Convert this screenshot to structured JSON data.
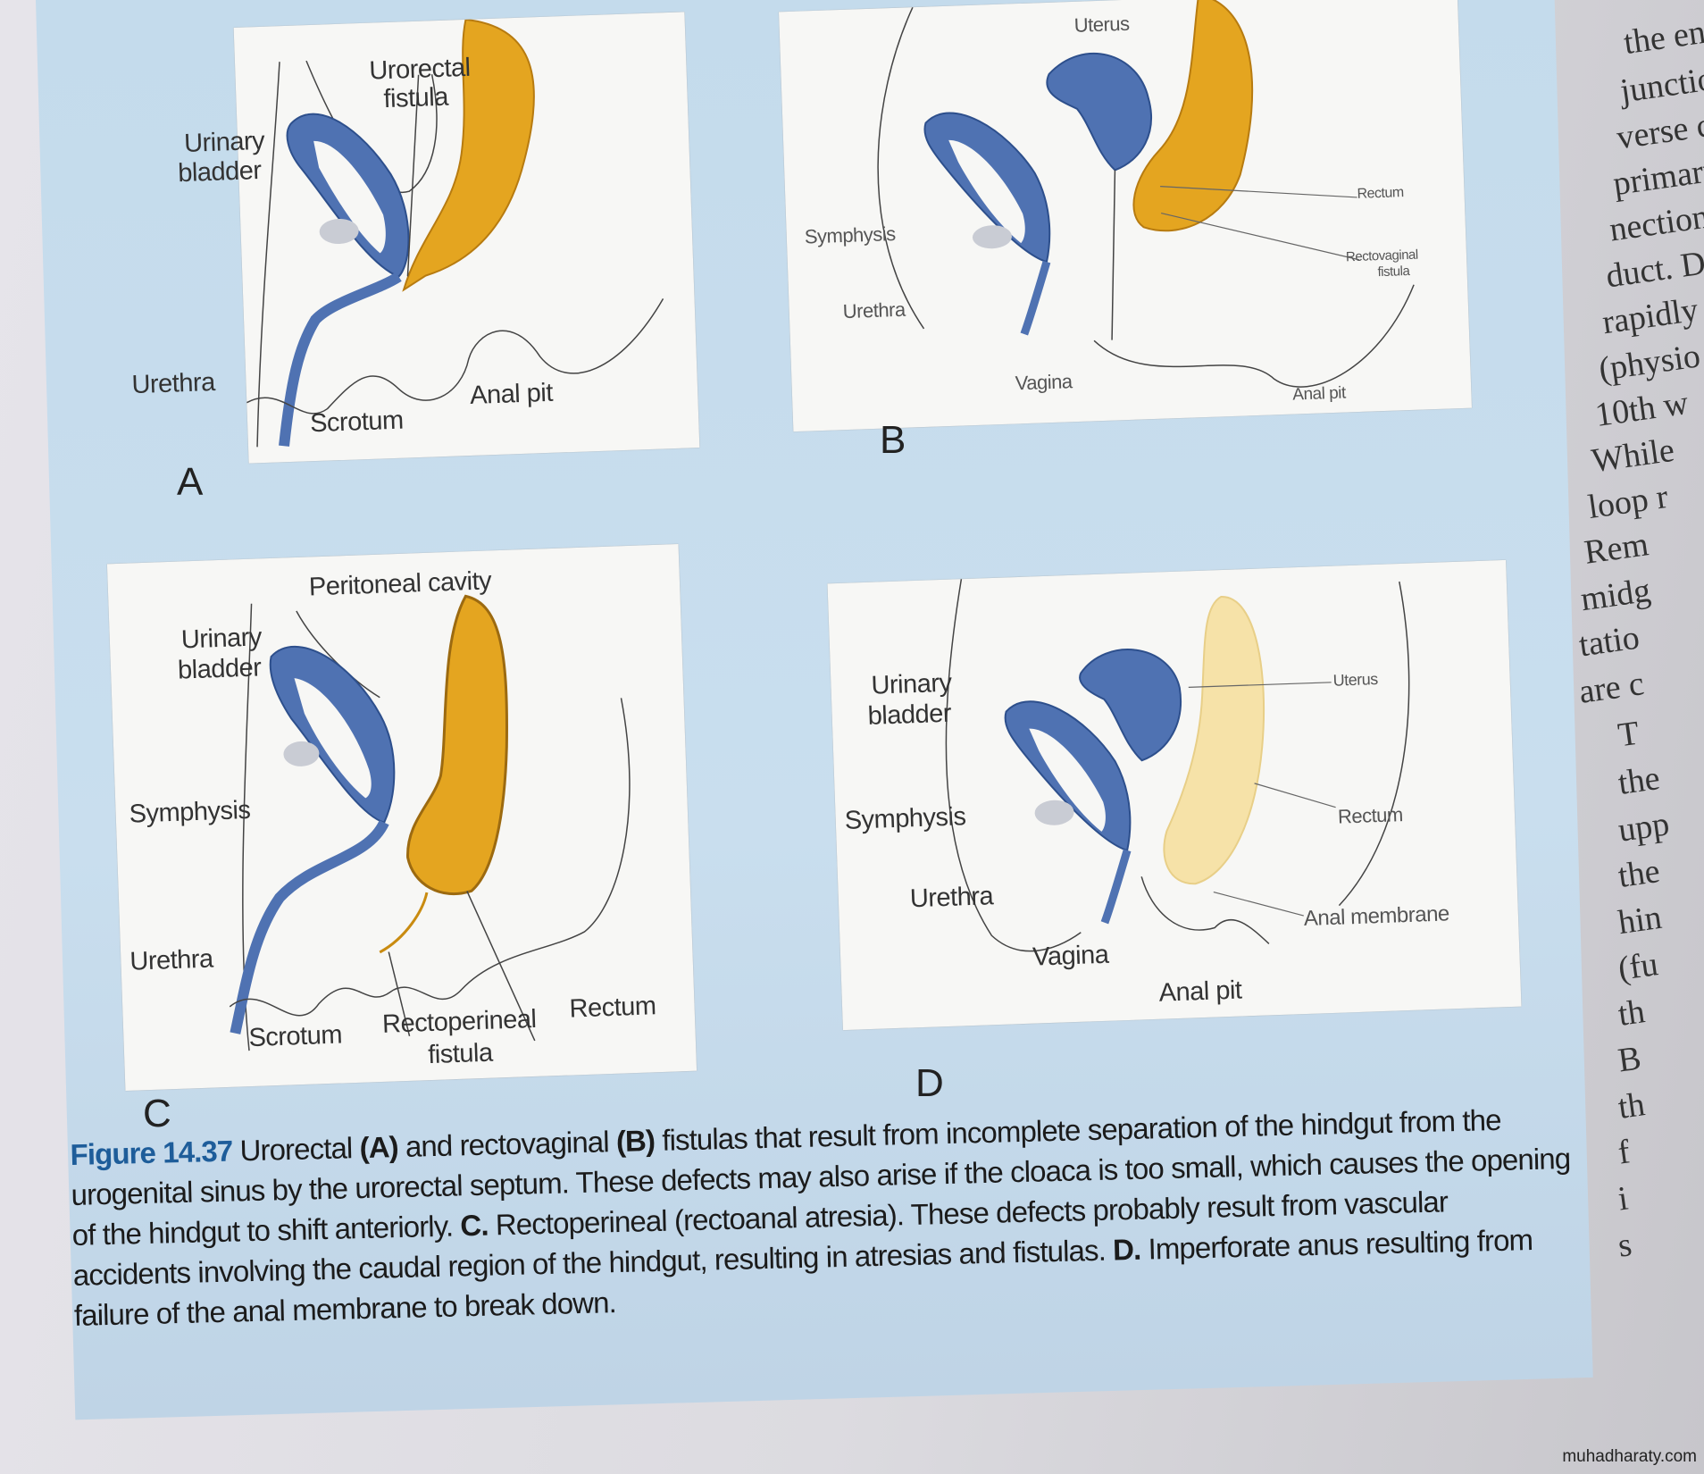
{
  "panels": {
    "a": {
      "letter": "A",
      "labels": {
        "urorectal": "Urorectal",
        "fistula": "fistula",
        "urinary": "Urinary",
        "bladder": "bladder",
        "urethra": "Urethra",
        "scrotum": "Scrotum",
        "anal_pit": "Anal pit"
      }
    },
    "b": {
      "letter": "B",
      "labels": {
        "uterus": "Uterus",
        "symphysis": "Symphysis",
        "urethra": "Urethra",
        "vagina": "Vagina",
        "rectum": "Rectum",
        "rectovaginal": "Rectovaginal",
        "fistula": "fistula",
        "anal_pit": "Anal pit"
      }
    },
    "c": {
      "letter": "C",
      "labels": {
        "peritoneal_cavity": "Peritoneal cavity",
        "urinary": "Urinary",
        "bladder": "bladder",
        "symphysis": "Symphysis",
        "urethra": "Urethra",
        "scrotum": "Scrotum",
        "rectoperineal": "Rectoperineal",
        "fistula": "fistula",
        "rectum": "Rectum"
      }
    },
    "d": {
      "letter": "D",
      "labels": {
        "urinary": "Urinary",
        "bladder": "bladder",
        "symphysis": "Symphysis",
        "urethra": "Urethra",
        "vagina": "Vagina",
        "anal_pit": "Anal pit",
        "uterus": "Uterus",
        "rectum": "Rectum",
        "anal_membrane": "Anal membrane"
      }
    }
  },
  "caption": {
    "figure_number": "Figure 14.37",
    "p1": "Urorectal ",
    "a": "(A)",
    "p2": " and rectovaginal ",
    "b": "(B)",
    "p3": " fistulas that result from incomplete separation of the hindgut from the urogenital sinus by the urorectal septum. These defects may also arise if the cloaca is too small, which causes the opening of the hindgut to shift anteriorly. ",
    "c": "C.",
    "p4": " Rectoperineal (rectoanal atresia). These defects probably result from vascular accidents involving the caudal region of the hindgut, resulting in atresias and fistulas. ",
    "d": "D.",
    "p5": " Imperforate anus resulting from failure of the anal membrane to break down."
  },
  "right_margin_text": [
    "the en",
    "junction",
    "verse co",
    "primary",
    "nection",
    "duct. D",
    "rapidly",
    "(physio",
    "10th w",
    "While",
    "loop r",
    "Rem",
    "midg",
    "tatio",
    "are c",
    "T",
    "the",
    "upp",
    "the",
    "hin",
    "(fu",
    "th",
    "B",
    "th",
    "f",
    "i",
    "s"
  ],
  "watermark": "muhadharaty.com",
  "colors": {
    "bladder": "#4f72b2",
    "rectum": "#e3a31e",
    "figure_background": "#c6dcec",
    "caption_accent": "#1e5d9a"
  }
}
